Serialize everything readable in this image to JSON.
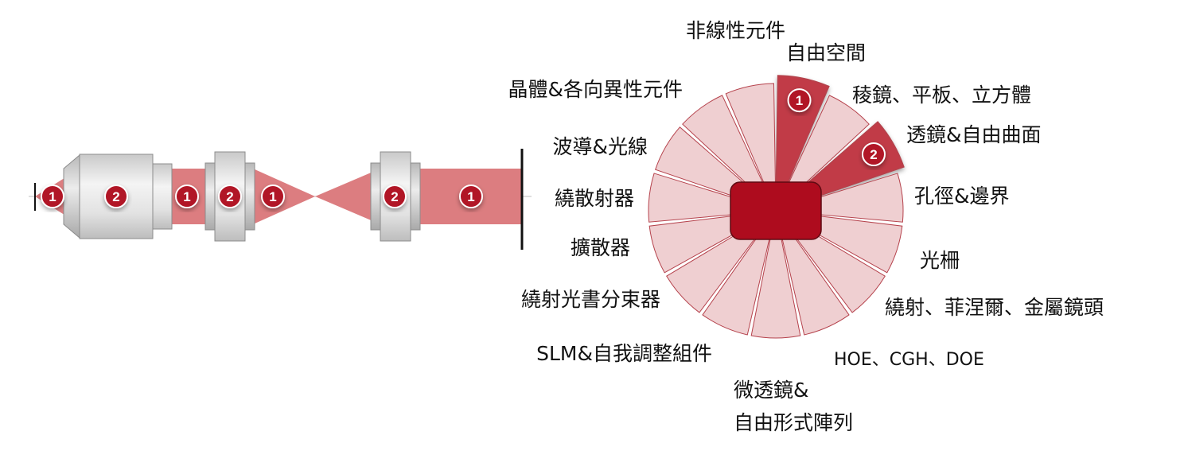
{
  "colors": {
    "beam": "#dc7d80",
    "beam_light": "#e9a5a7",
    "segment": "#efcfd1",
    "segment_highlight": "#c13a47",
    "segment_stroke": "#b5424c",
    "center_block": "#ae0c1e",
    "badge": "#b11225",
    "lens_metal": "#d9d9d9"
  },
  "optical_path": {
    "badges": [
      "1",
      "2",
      "1",
      "2",
      "1",
      "2",
      "1"
    ]
  },
  "wheel": {
    "segments": [
      {
        "label": "自由空間",
        "highlighted": true,
        "badge": "1"
      },
      {
        "label": "稜鏡、平板、立方體",
        "highlighted": false
      },
      {
        "label": "透鏡&自由曲面",
        "highlighted": true,
        "badge": "2"
      },
      {
        "label": "孔徑&邊界",
        "highlighted": false
      },
      {
        "label": "光柵",
        "highlighted": false
      },
      {
        "label": "繞射、菲涅爾、金屬鏡頭",
        "highlighted": false
      },
      {
        "label": "HOE、CGH、DOE",
        "highlighted": false
      },
      {
        "label": "微透鏡&",
        "label_line2": "自由形式陣列",
        "highlighted": false
      },
      {
        "label": "SLM&自我調整組件",
        "highlighted": false
      },
      {
        "label": "繞射光書分束器",
        "highlighted": false
      },
      {
        "label": "擴散器",
        "highlighted": false
      },
      {
        "label": "繞散射器",
        "highlighted": false
      },
      {
        "label": "波導&光線",
        "highlighted": false
      },
      {
        "label": "晶體&各向異性元件",
        "highlighted": false
      },
      {
        "label": "非線性元件",
        "highlighted": false
      }
    ]
  }
}
